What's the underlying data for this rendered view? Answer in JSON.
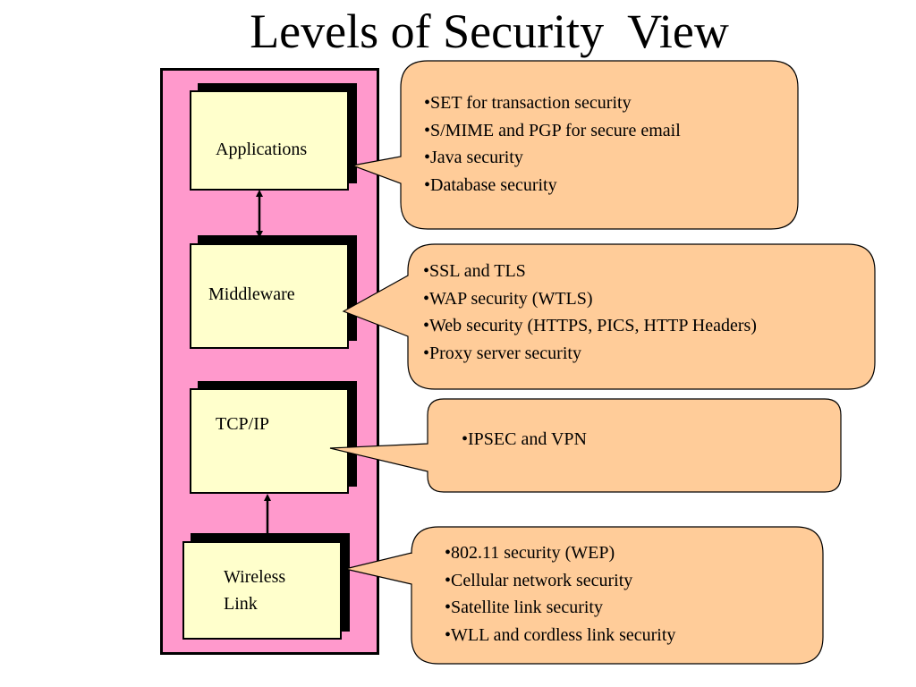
{
  "title": "Levels of Security  View",
  "colors": {
    "stack_fill": "#ff99cc",
    "layer_fill": "#ffffcc",
    "callout_fill": "#ffcc99",
    "outline": "#000000"
  },
  "layers": [
    {
      "label": "Applications"
    },
    {
      "label": "Middleware"
    },
    {
      "label": "TCP/IP"
    },
    {
      "label": "Wireless\nLink"
    }
  ],
  "arrows": [
    {
      "from": "Applications",
      "to": "Middleware",
      "direction": "both"
    },
    {
      "from": "Wireless Link",
      "to": "TCP/IP",
      "direction": "up"
    }
  ],
  "callouts": [
    {
      "layer": "Applications",
      "items": [
        "•SET for transaction security",
        "•S/MIME and PGP for secure email",
        "•Java security",
        "•Database security"
      ]
    },
    {
      "layer": "Middleware",
      "items": [
        "•SSL and TLS",
        "•WAP security (WTLS)",
        "•Web security (HTTPS, PICS, HTTP Headers)",
        "•Proxy server security"
      ]
    },
    {
      "layer": "TCP/IP",
      "items": [
        "•IPSEC and VPN"
      ]
    },
    {
      "layer": "Wireless Link",
      "items": [
        "•802.11 security (WEP)",
        "•Cellular network security",
        "•Satellite link security",
        "•WLL and cordless link security"
      ]
    }
  ]
}
